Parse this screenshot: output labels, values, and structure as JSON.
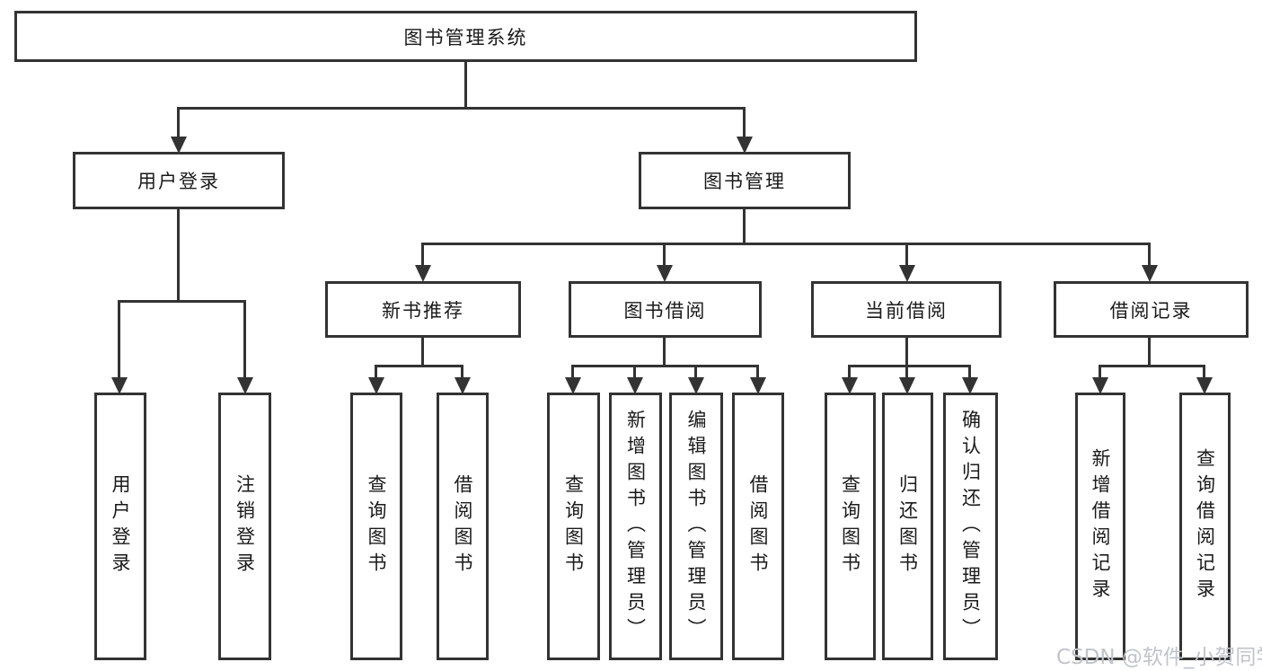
{
  "tree": {
    "root": "图书管理系统",
    "branches": {
      "user_login": {
        "label": "用户登录",
        "children": [
          "用户登录",
          "注销登录"
        ]
      },
      "book_mgmt": {
        "label": "图书管理",
        "sections": {
          "new_book": {
            "label": "新书推荐",
            "children": [
              "查询图书",
              "借阅图书"
            ]
          },
          "borrow": {
            "label": "图书借阅",
            "children": [
              "查询图书",
              "新增图书（管理员）",
              "编辑图书（管理员）",
              "借阅图书"
            ]
          },
          "current": {
            "label": "当前借阅",
            "children": [
              "查询图书",
              "归还图书",
              "确认归还（管理员）"
            ]
          },
          "records": {
            "label": "借阅记录",
            "children": [
              "新增借阅记录",
              "查询借阅记录"
            ]
          }
        }
      }
    }
  },
  "watermark": {
    "text": "CSDN @软件_小贺同学"
  },
  "colors": {
    "line": "#333333",
    "text": "#1a1a1a",
    "bg": "#ffffff",
    "watermark": "#c0c4c9"
  }
}
